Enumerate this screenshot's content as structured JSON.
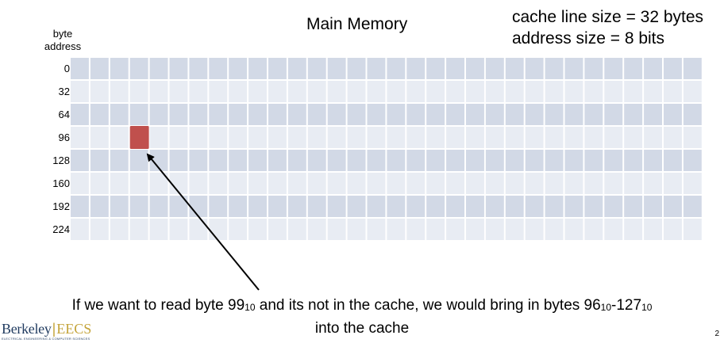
{
  "title": "Main Memory",
  "info": {
    "line1": "cache line size = 32 bytes",
    "line2": "address size = 8 bits"
  },
  "address_header": {
    "line1": "byte",
    "line2": "address"
  },
  "row_labels": [
    "0",
    "32",
    "64",
    "96",
    "128",
    "160",
    "192",
    "224"
  ],
  "grid": {
    "rows": 8,
    "columns": 32,
    "highlight_row": 3,
    "highlight_column": 3,
    "band_color": "#d2d9e6",
    "light_color": "#e8ecf3",
    "highlight_color": "#c0504d"
  },
  "caption": {
    "part1": "If we want to read byte 99",
    "sub1": "10",
    "part2": " and its not in the cache, we would bring in bytes 96",
    "sub2": "10",
    "part3": "-127",
    "sub3": "10",
    "line2": "into the cache"
  },
  "logo": {
    "main": "Berkeley",
    "eecs": "EECS",
    "tagline": "ELECTRICAL ENGINEERING & COMPUTER SCIENCES"
  },
  "page_number": "2"
}
